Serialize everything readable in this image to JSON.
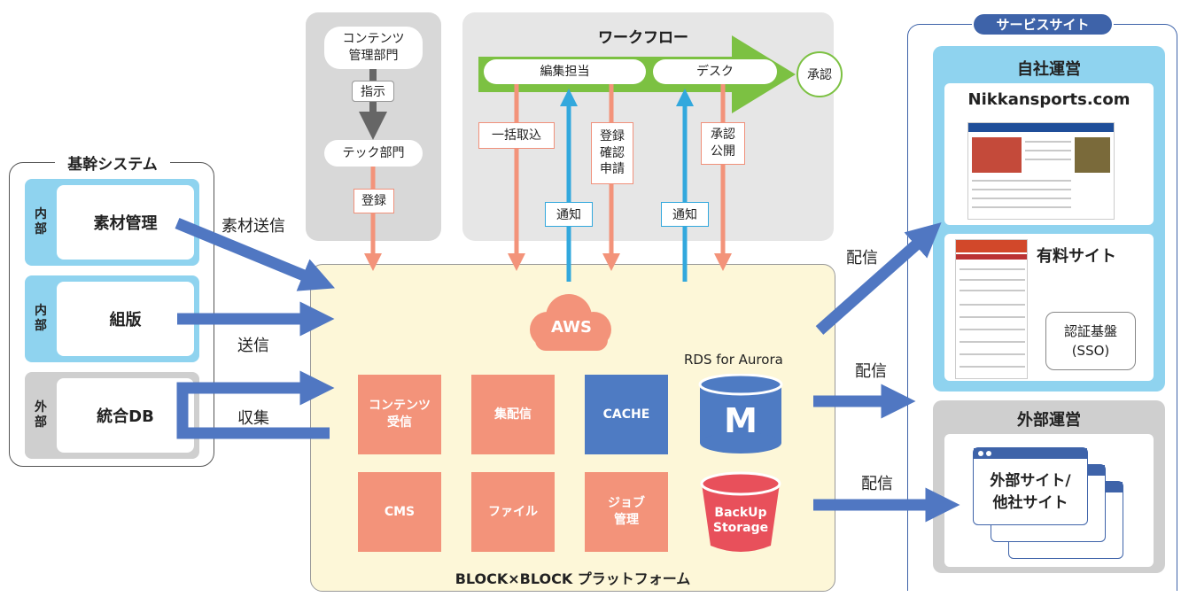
{
  "core": {
    "title": "基幹システム",
    "rows": [
      {
        "tag": "内\n部",
        "name": "素材管理"
      },
      {
        "tag": "内\n部",
        "name": "組版"
      },
      {
        "tag": "外\n部",
        "name": "統合DB"
      }
    ]
  },
  "flow_labels": {
    "send_material": "素材送信",
    "send": "送信",
    "collect": "収集",
    "deliver_1": "配信",
    "deliver_2": "配信",
    "deliver_3": "配信"
  },
  "content_dept": {
    "top": "コンテンツ\n管理部門",
    "instruct": "指示",
    "tech": "テック部門",
    "register": "登録"
  },
  "workflow": {
    "title": "ワークフロー",
    "editor": "編集担当",
    "desk": "デスク",
    "approve": "承認",
    "bulk_import": "一括取込",
    "register_confirm": "登録\n確認\n申請",
    "approve_publish": "承認\n公開",
    "notify_1": "通知",
    "notify_2": "通知"
  },
  "platform": {
    "name": "BLOCK×BLOCK プラットフォーム",
    "aws": "AWS",
    "rds_label": "RDS for Aurora",
    "rds_letter": "M",
    "backup": "BackUp\nStorage",
    "tiles": [
      "コンテンツ\n受信",
      "集配信",
      "CACHE",
      "CMS",
      "ファイル",
      "ジョブ\n管理"
    ]
  },
  "service": {
    "title": "サービスサイト",
    "own": "自社運営",
    "nikkan": "Nikkansports.com",
    "paid": "有料サイト",
    "auth": "認証基盤\n(SSO)",
    "external": "外部運営",
    "ext_sites": "外部サイト/\n他社サイト"
  },
  "colors": {
    "blue_arrow": "#5077c2",
    "salmon": "#f3937a",
    "green": "#7cc142",
    "cyan": "#32a8dd",
    "light_blue": "#8fd3ef",
    "navy": "#3e63a9",
    "red": "#e8505b"
  }
}
